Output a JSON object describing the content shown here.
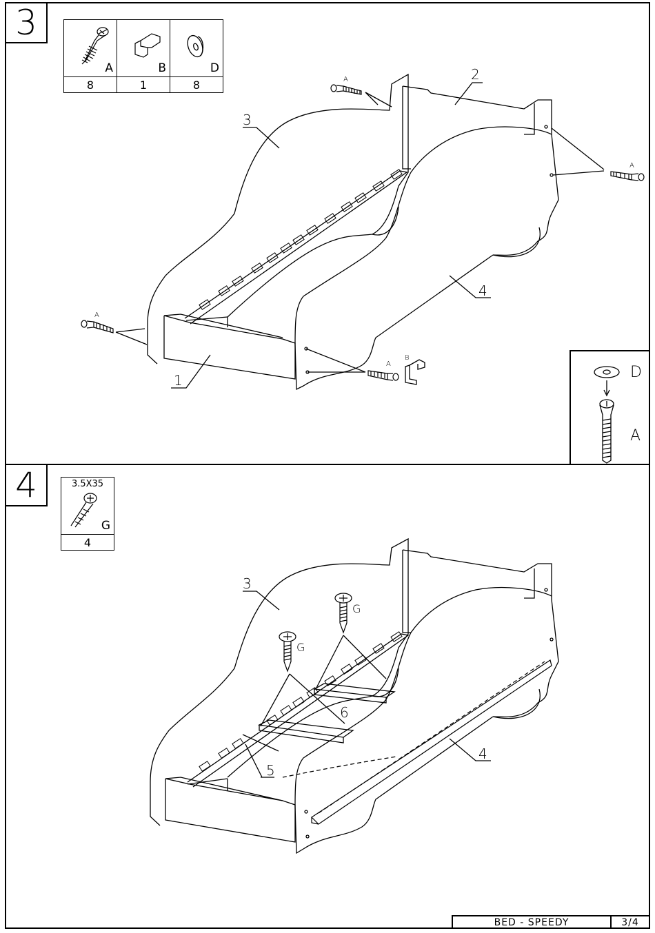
{
  "step3": {
    "number": "3",
    "parts": [
      {
        "icon": "screw-icon",
        "letter": "A",
        "qty": "8"
      },
      {
        "icon": "allen-key-icon",
        "letter": "B",
        "qty": "1"
      },
      {
        "icon": "cap-icon",
        "letter": "D",
        "qty": "8"
      }
    ],
    "callouts": {
      "c1": "1",
      "c2": "2",
      "c3": "3",
      "c4": "4"
    },
    "labels": {
      "a1": "A",
      "a2": "A",
      "a3": "A",
      "a4": "A",
      "b1": "B"
    },
    "detail": {
      "d_label": "D",
      "a_label": "A"
    }
  },
  "step4": {
    "number": "4",
    "parts": [
      {
        "icon": "wood-screw-icon",
        "size": "3.5X35",
        "letter": "G",
        "qty": "4"
      }
    ],
    "callouts": {
      "c3": "3",
      "c4": "4",
      "c5": "5",
      "c6": "6"
    },
    "labels": {
      "g1": "G",
      "g2": "G"
    }
  },
  "footer": {
    "title": "BED  -  SPEEDY",
    "page": "3/4"
  }
}
